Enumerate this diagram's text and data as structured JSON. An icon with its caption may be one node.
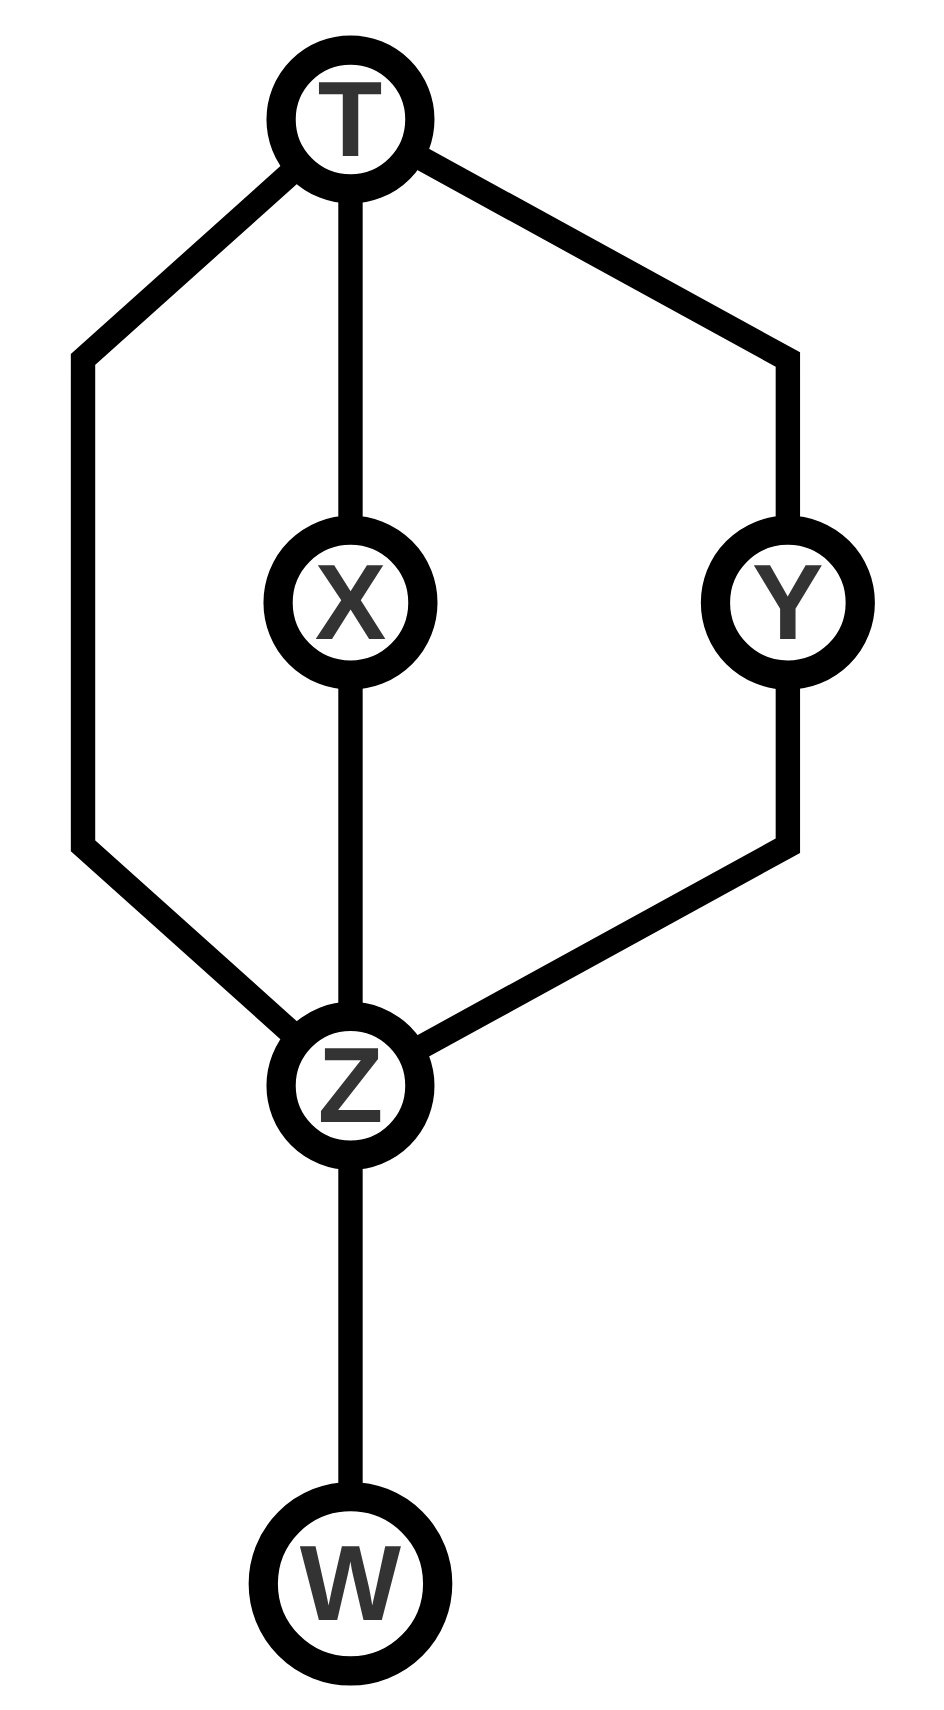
{
  "diagram": {
    "nodes": [
      {
        "text": [
          "T"
        ]
      },
      {
        "text": [
          "X"
        ]
      },
      {
        "text": [
          "Y"
        ]
      },
      {
        "text": [
          "Z"
        ]
      },
      {
        "text": [
          "W"
        ]
      }
    ],
    "edges": [
      {
        "from": 0,
        "to": 1,
        "arrow": "none"
      },
      {
        "from": 0,
        "to": 3,
        "arrow": "none"
      },
      {
        "from": 0,
        "to": 2,
        "arrow": "none"
      },
      {
        "from": 1,
        "to": 3,
        "arrow": "none"
      },
      {
        "from": 2,
        "to": 3,
        "arrow": "none"
      },
      {
        "from": 3,
        "to": 4,
        "arrow": "none"
      }
    ]
  }
}
